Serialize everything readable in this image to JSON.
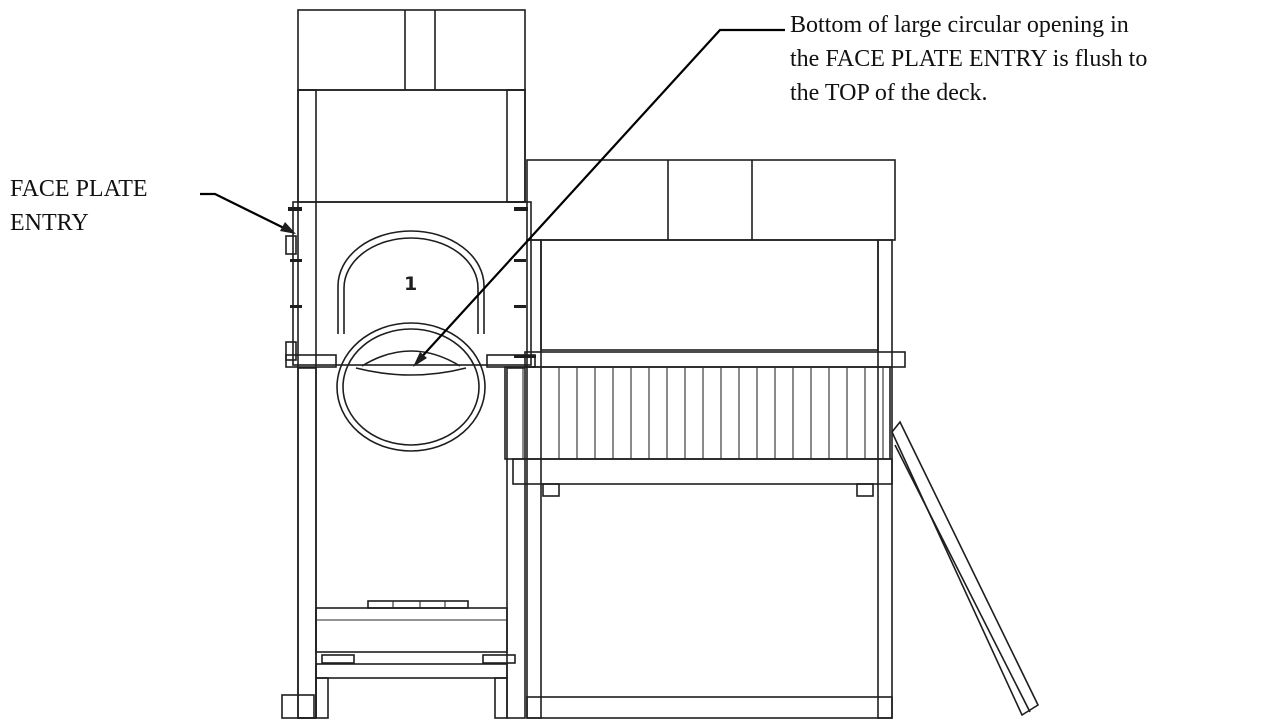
{
  "labels": {
    "face_plate_line1": "FACE PLATE",
    "face_plate_line2": "ENTRY",
    "note_line1": "Bottom of large circular opening in",
    "note_line2": "the FACE PLATE ENTRY is flush to",
    "note_line3": "the TOP of the deck."
  },
  "tube_number": "1",
  "colors": {
    "ink": "#1e1e1e",
    "background": "#ffffff"
  }
}
